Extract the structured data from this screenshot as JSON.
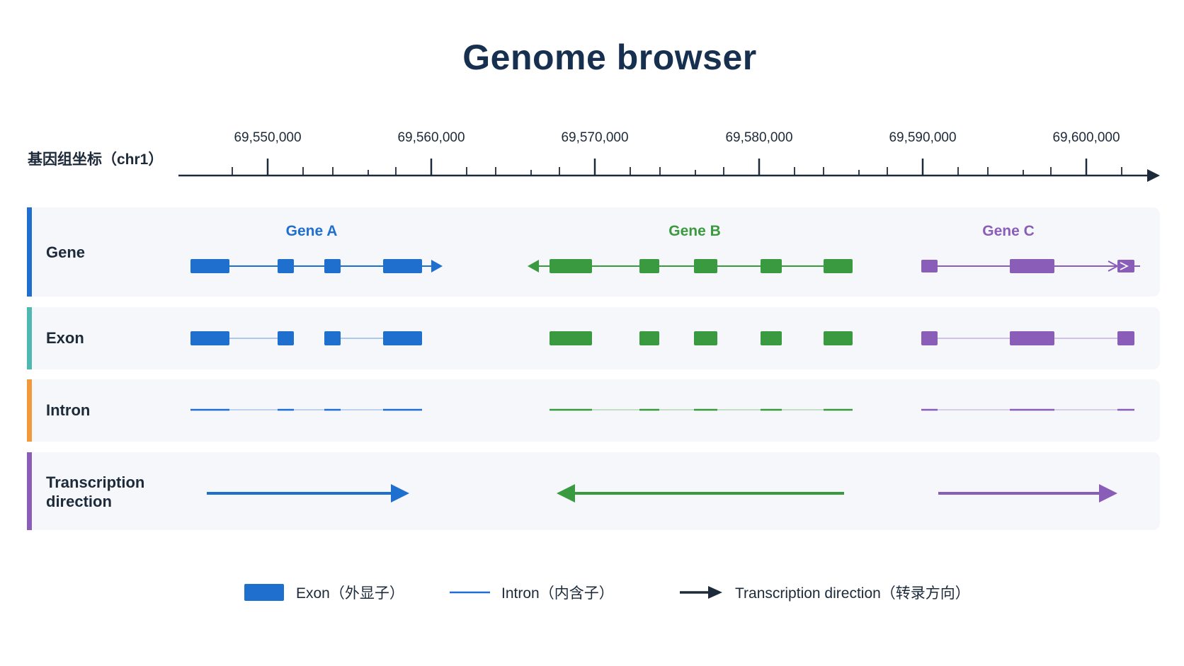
{
  "title": "Genome browser",
  "axis": {
    "label": "基因组坐标（chr1）",
    "ticks": [
      "69,550,000",
      "69,560,000",
      "69,570,000",
      "69,580,000",
      "69,590,000",
      "69,600,000"
    ]
  },
  "tracks": {
    "gene": "Gene",
    "exon": "Exon",
    "intron": "Intron",
    "direction_line1": "Transcription",
    "direction_line2": "direction"
  },
  "genes": [
    {
      "name": "Gene A",
      "color": "#1f6fcf",
      "strand": "+"
    },
    {
      "name": "Gene B",
      "color": "#3a9a3f",
      "strand": "-"
    },
    {
      "name": "Gene C",
      "color": "#8a5db8",
      "strand": "+"
    }
  ],
  "legend": {
    "exon": "Exon（外显子）",
    "intron": "Intron（内含子）",
    "direction": "Transcription direction（转录方向）"
  },
  "colors": {
    "gene_track_bar": "#1f6fcf",
    "exon_track_bar": "#4fb8b0",
    "intron_track_bar": "#f29a3a",
    "direction_track_bar": "#8a5db8",
    "axis": "#1d2a3a"
  }
}
